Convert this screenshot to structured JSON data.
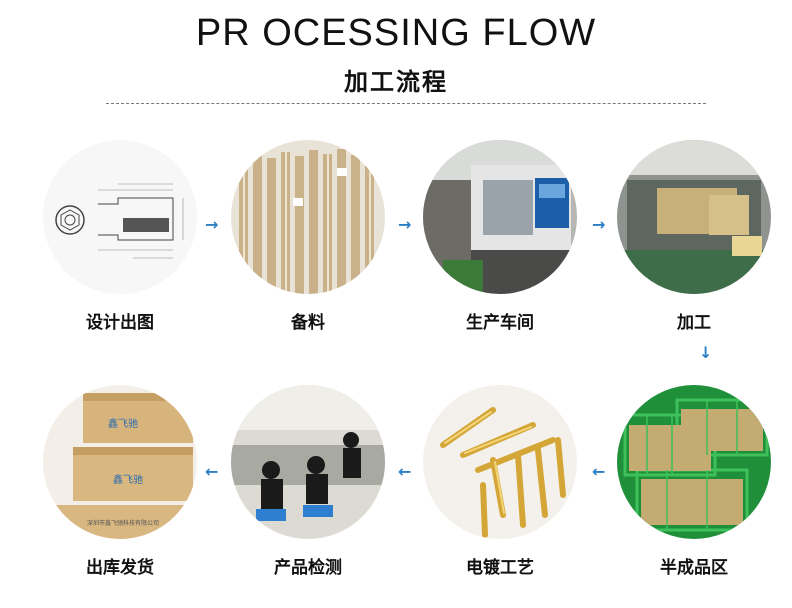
{
  "title_en": "PR OCESSING FLOW",
  "title_cn": "加工流程",
  "steps": [
    {
      "label": "设计出图"
    },
    {
      "label": "备料"
    },
    {
      "label": "生产车间"
    },
    {
      "label": "加工"
    },
    {
      "label": "半成品区"
    },
    {
      "label": "电镀工艺"
    },
    {
      "label": "产品检测"
    },
    {
      "label": "出库发货"
    }
  ],
  "box_text": {
    "brand": "鑫飞驰",
    "company": "深圳市鑫飞驰科技有限公司"
  },
  "colors": {
    "arrow": "#2b7fc6",
    "gold": "#d4a637",
    "green_basket": "#3cb04a"
  }
}
